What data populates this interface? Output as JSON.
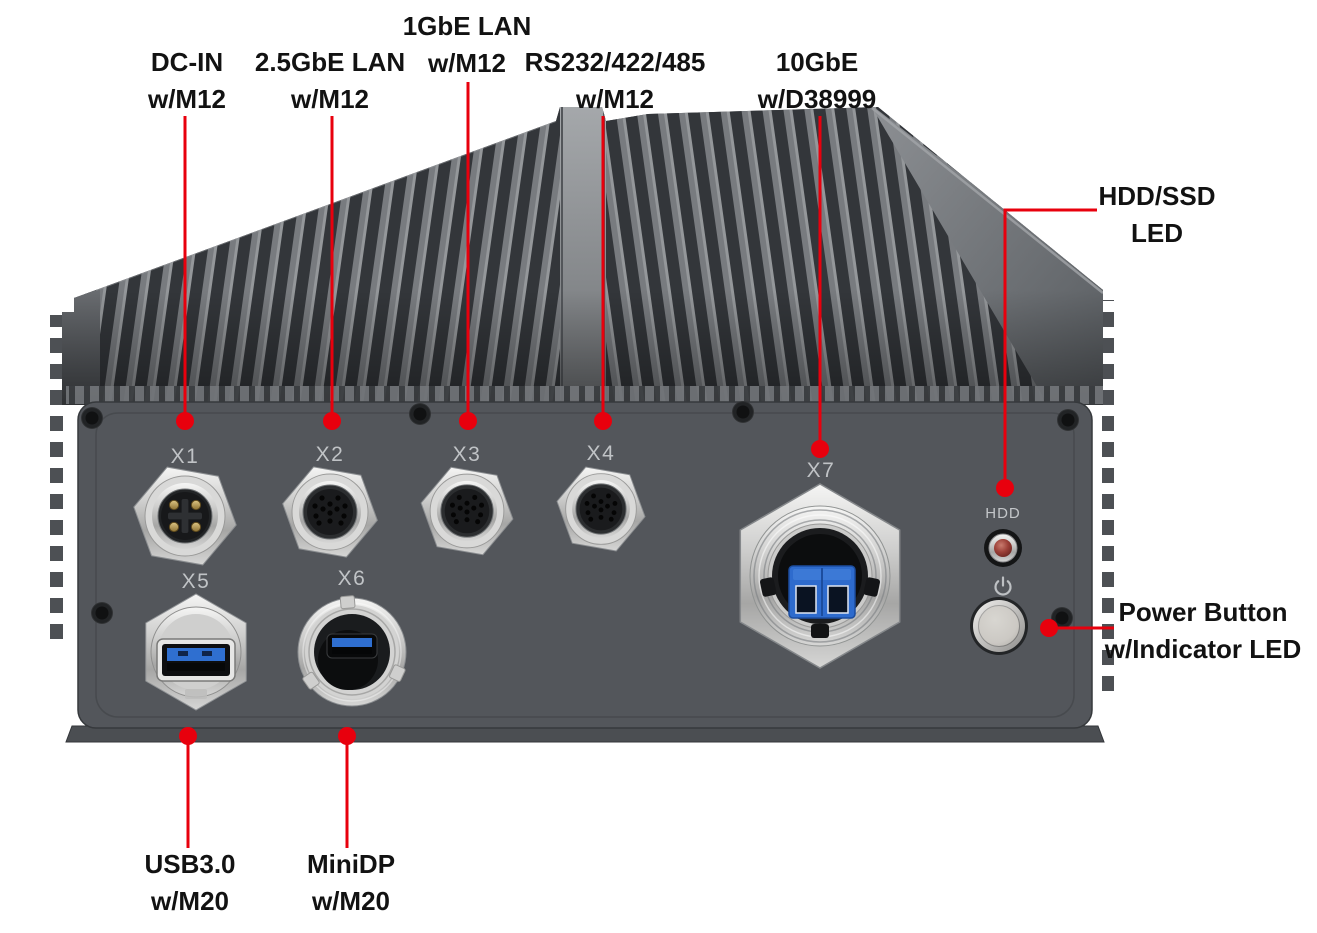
{
  "callouts": {
    "dc_in": {
      "line1": "DC-IN",
      "line2": "w/M12"
    },
    "lan_2_5gbe": {
      "line1": "2.5GbE LAN",
      "line2": "w/M12"
    },
    "lan_1gbe": {
      "line1": "1GbE LAN",
      "line2": "w/M12"
    },
    "rs232": {
      "line1": "RS232/422/485",
      "line2": "w/M12"
    },
    "ten_gbe": {
      "line1": "10GbE",
      "line2": "w/D38999"
    },
    "hdd_ssd_led": {
      "line1": "HDD/SSD",
      "line2": "LED"
    },
    "power_button": {
      "line1": "Power Button",
      "line2": "w/Indicator LED"
    },
    "usb30": {
      "line1": "USB3.0",
      "line2": "w/M20"
    },
    "minidp": {
      "line1": "MiniDP",
      "line2": "w/M20"
    }
  },
  "ports": {
    "x1": "X1",
    "x2": "X2",
    "x3": "X3",
    "x4": "X4",
    "x5": "X5",
    "x6": "X6",
    "x7": "X7",
    "hdd": "HDD"
  },
  "icons": {
    "power": "power-symbol",
    "hdd_led": "led-indicator"
  },
  "colors": {
    "leader_red": "#e8000d",
    "panel_gray": "#53565b",
    "heatsink_dark": "#3f4246",
    "usb_blue": "#2f6fd0",
    "led_red": "#8a3430",
    "callout_text": "#121212",
    "port_label_gray": "#c0c3c6"
  }
}
